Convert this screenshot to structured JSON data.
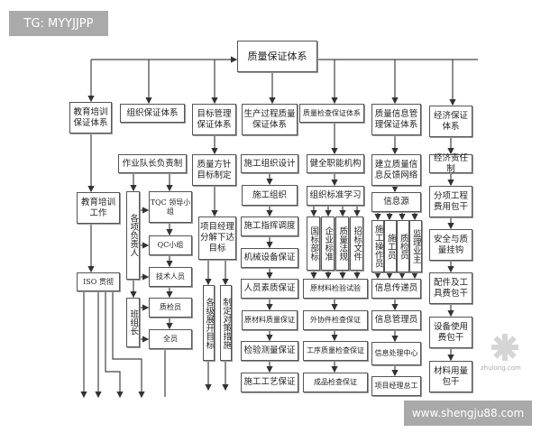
{
  "watermark_tag": "TG: MYYJJPP",
  "watermark_site": "www.shengju88.com",
  "watermark_logo": "zhulong.com",
  "root": "质量保证体系",
  "edu": {
    "title": "教育培训保证体系",
    "work": "教育培训工作",
    "iso": "ISO 贯彻"
  },
  "org": {
    "title": "组织保证体系",
    "lead": "作业队长负责制",
    "resp": "各项负责人",
    "team": "班组长",
    "tqc": "TQC 领导小组",
    "qc": "QC小组",
    "tech": "技术人员",
    "inspector": "质检员",
    "all": "全员"
  },
  "goal": {
    "title": "目标管理保证体系",
    "policy": "质量方针目标制定",
    "pm": "项目经理分解下达目标",
    "levels": "各级展开目标",
    "measures": "制定对策措施"
  },
  "prod": {
    "title": "生产过程质量保证体系",
    "items": [
      "施工组织设计",
      "施工组织",
      "施工指挥调度",
      "机械设备保证",
      "人员素质保证",
      "原材料质量保证",
      "检验测量保证",
      "施工工艺保证"
    ]
  },
  "check": {
    "title": "质量检查保证体系",
    "org": "健全职能机构",
    "study": "组织标准学习",
    "stds": [
      "国标部标",
      "企业标准",
      "质量法规",
      "招标文件"
    ],
    "items": [
      "原材料检验试验",
      "外协件检查保证",
      "工序质量检查保证",
      "成品检查保证"
    ]
  },
  "info": {
    "title": "质量信息管理保证体系",
    "net": "建立质量信息反馈网络",
    "source": "信息源",
    "srcs": [
      "施工操作员",
      "施工员",
      "质检员",
      "监理业主"
    ],
    "items": [
      "信息传递员",
      "信息管理员",
      "信息处理中心",
      "项目经理总工"
    ]
  },
  "econ": {
    "title": "经济保证体系",
    "items": [
      "经济责任制",
      "分项工程费用包干",
      "安全与质量挂钩",
      "配件及工具费包干",
      "设备使用费包干",
      "材料用量包干"
    ]
  }
}
